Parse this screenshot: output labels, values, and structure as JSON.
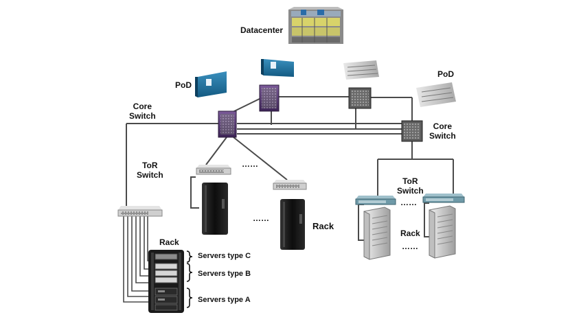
{
  "labels": {
    "datacenter": "Datacenter",
    "pod_left": "PoD",
    "pod_right": "PoD",
    "core_switch_left_line1": "Core",
    "core_switch_left_line2": "Switch",
    "core_switch_right_line1": "Core",
    "core_switch_right_line2": "Switch",
    "tor_switch_left_line1": "ToR",
    "tor_switch_left_line2": "Switch",
    "tor_switch_right_line1": "ToR",
    "tor_switch_right_line2": "Switch",
    "rack_left": "Rack",
    "rack_middle": "Rack",
    "rack_right": "Rack",
    "servers_type_c": "Servers type C",
    "servers_type_b": "Servers type B",
    "servers_type_a": "Servers type A",
    "ellipsis": "……"
  },
  "colors": {
    "link": "#4a4a4a",
    "container_blue": "#1f6f9f",
    "core_purple": "#5b3a78",
    "core_gray": "#5a5a5a",
    "switch_light": "#d8d8d8",
    "switch_teal": "#6f9aa8",
    "rack_black": "#151515",
    "server_gray": "#c9c9c9"
  }
}
